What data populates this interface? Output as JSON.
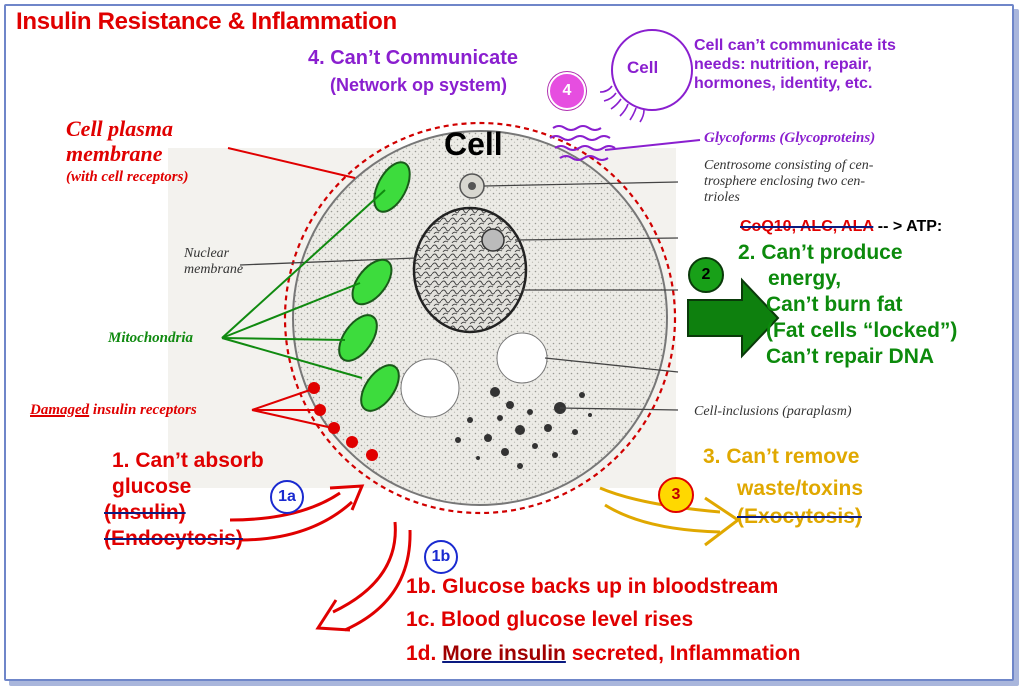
{
  "title": "Insulin Resistance & Inflammation",
  "cell_label": "Cell",
  "cell_small_label": "Cell",
  "communicate": {
    "line1": "4. Can’t Communicate",
    "line2": "(Network  op system)"
  },
  "cell_needs": [
    "Cell can’t communicate its",
    "needs: nutrition, repair,",
    "hormones, identity, etc."
  ],
  "plasma_membrane": {
    "line1": "Cell plasma",
    "line2": "membrane",
    "line3": "(with cell receptors)"
  },
  "glycoforms": "Glycoforms (Glycoproteins)",
  "centrosome": [
    "Centrosome consisting of cen-",
    "trosphere enclosing two cen-",
    "trioles"
  ],
  "nuclear_membrane": [
    "Nuclear",
    "membrane"
  ],
  "mitochondria": "Mitochondria",
  "damaged_receptors": {
    "underlined": "Damaged",
    "rest": " insulin receptors"
  },
  "cell_inclusions": "Cell-inclusions (paraplasm)",
  "energy": {
    "cofactors": "CoQ10, ALC, ALA",
    "arrow_text": " -- > ATP:",
    "lines": [
      "2. Can’t produce",
      "energy,",
      "Can’t burn fat",
      "(Fat cells “locked”)",
      "Can’t repair DNA"
    ]
  },
  "absorb": {
    "line1": "1. Can’t absorb",
    "line2": "glucose",
    "line3": "(Insulin)",
    "line4": "(Endocytosis)"
  },
  "remove": {
    "line1": "3. Can’t remove",
    "line2": "waste/toxins",
    "line3": "(Exocytosis)"
  },
  "bottom": {
    "l1b": "1b. Glucose backs up in bloodstream",
    "l1c": "1c. Blood glucose level rises",
    "l1d_prefix": "1d. ",
    "l1d_under": "More insulin",
    "l1d_rest": " secreted, Inflammation"
  },
  "badges": {
    "b4": "4",
    "b2": "2",
    "b1a": "1a",
    "b3": "3",
    "b1b": "1b"
  },
  "colors": {
    "red": "#e00000",
    "purple": "#8a1fcf",
    "green": "#0c8a0c",
    "gold": "#e0a800",
    "navy": "#0a1a80",
    "frame": "#6f86c9"
  }
}
